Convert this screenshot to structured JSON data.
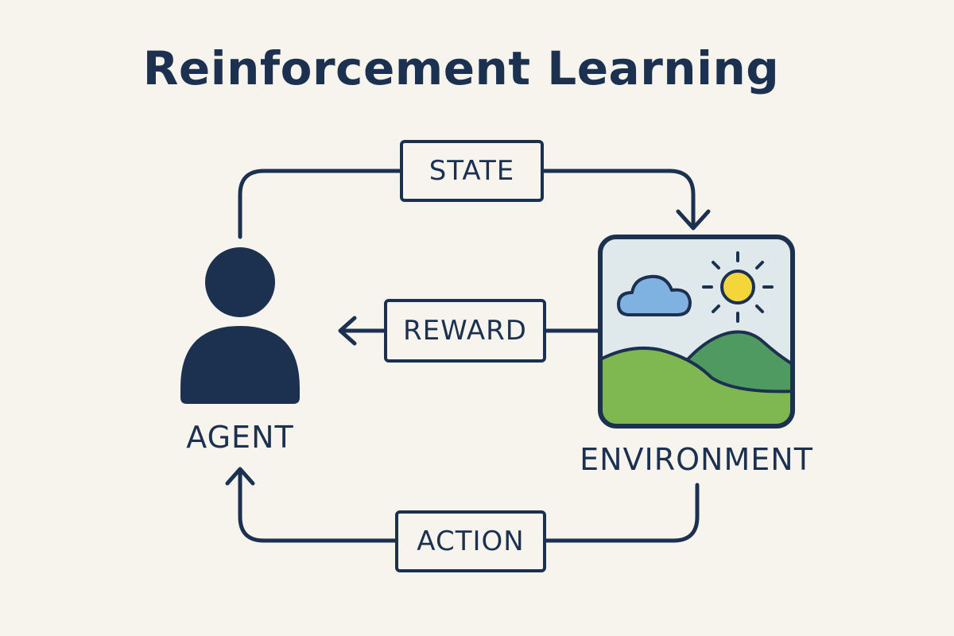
{
  "title": "Reinforcement Learning",
  "nodes": {
    "agent": "AGENT",
    "environment": "ENVIRONMENT"
  },
  "edges": {
    "state": "STATE",
    "reward": "REWARD",
    "action": "ACTION"
  },
  "colors": {
    "stroke": "#1c3150",
    "background": "#f7f4ee",
    "sky": "#dfe9ec",
    "cloud": "#7fb2e0",
    "sun": "#f5d63a",
    "hill_back": "#4f9a60",
    "hill_front": "#7fb851"
  },
  "icons": {
    "agent": "person-icon",
    "environment": "landscape-icon"
  }
}
